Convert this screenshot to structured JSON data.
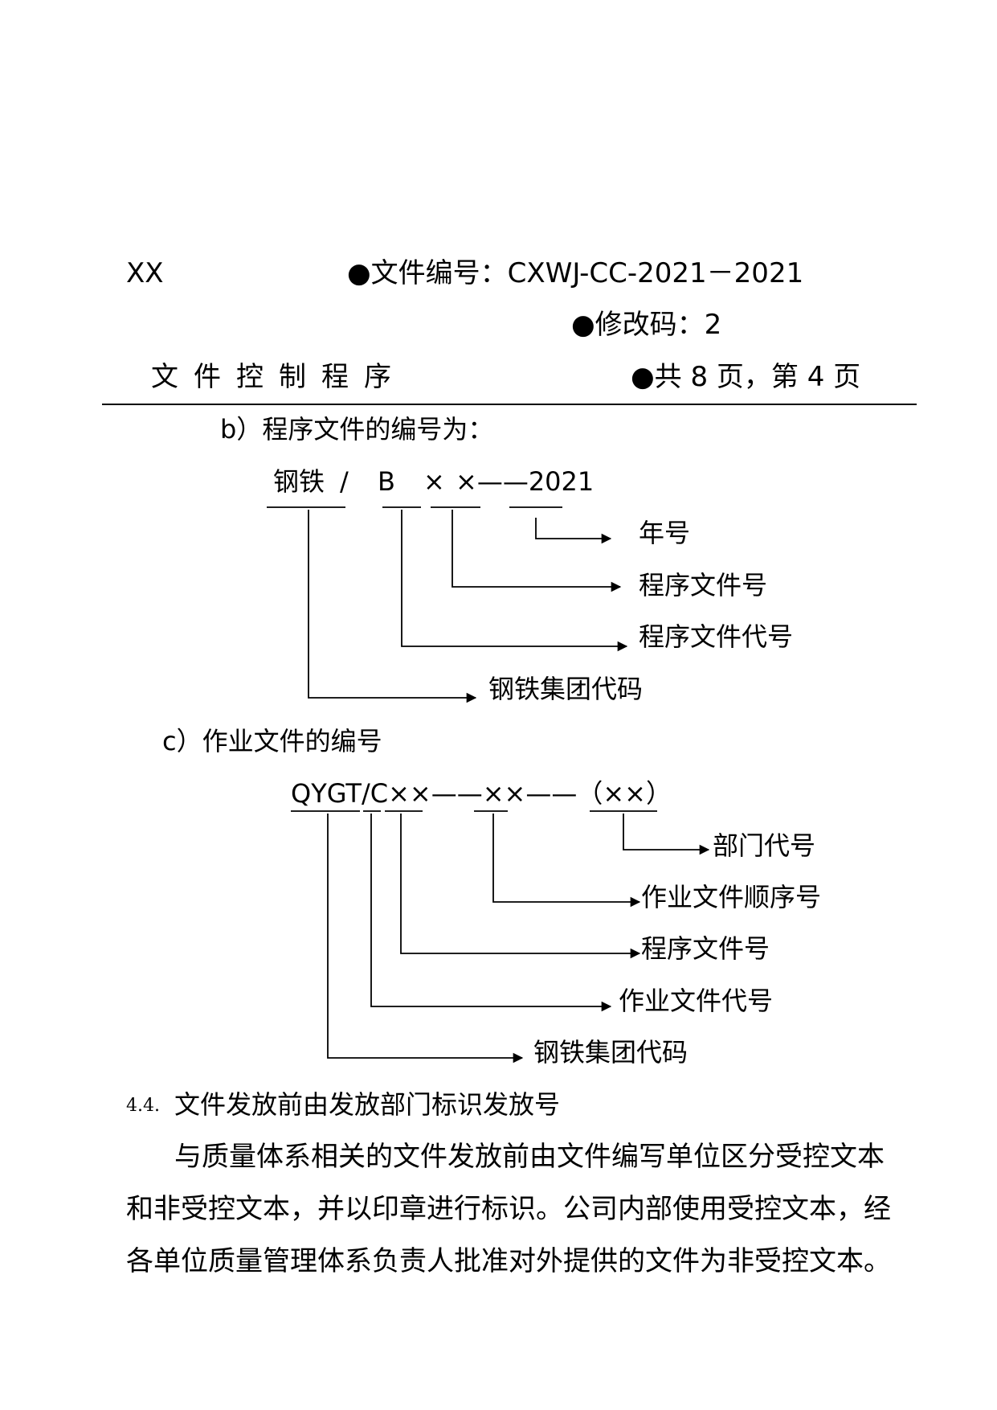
{
  "header": {
    "company": "XX",
    "doc_number": "●文件编号：CXWJ-CC-2021－2021",
    "revision": "●修改码：2",
    "title": "文件控制程序",
    "pages": "●共 8 页，第 4 页"
  },
  "section_b": {
    "heading": "b）程序文件的编号为：",
    "code": [
      "钢铁",
      "/",
      "B",
      "×",
      "×——2021"
    ],
    "labels": [
      "年号",
      "程序文件号",
      "程序文件代号",
      "钢铁集团代码"
    ]
  },
  "section_c": {
    "heading": "c）作业文件的编号",
    "code": "QYGT/C××——××——（××）",
    "labels": [
      "部门代号",
      "作业文件顺序号",
      "程序文件号",
      "作业文件代号",
      "钢铁集团代码"
    ]
  },
  "section_4_4": {
    "number": "4.4.",
    "title": "文件发放前由发放部门标识发放号",
    "lines": [
      "与质量体系相关的文件发放前由文件编写单位区分受控文本",
      "和非受控文本，并以印章进行标识。公司内部使用受控文本，经",
      "各单位质量管理体系负责人批准对外提供的文件为非受控文本。"
    ]
  }
}
